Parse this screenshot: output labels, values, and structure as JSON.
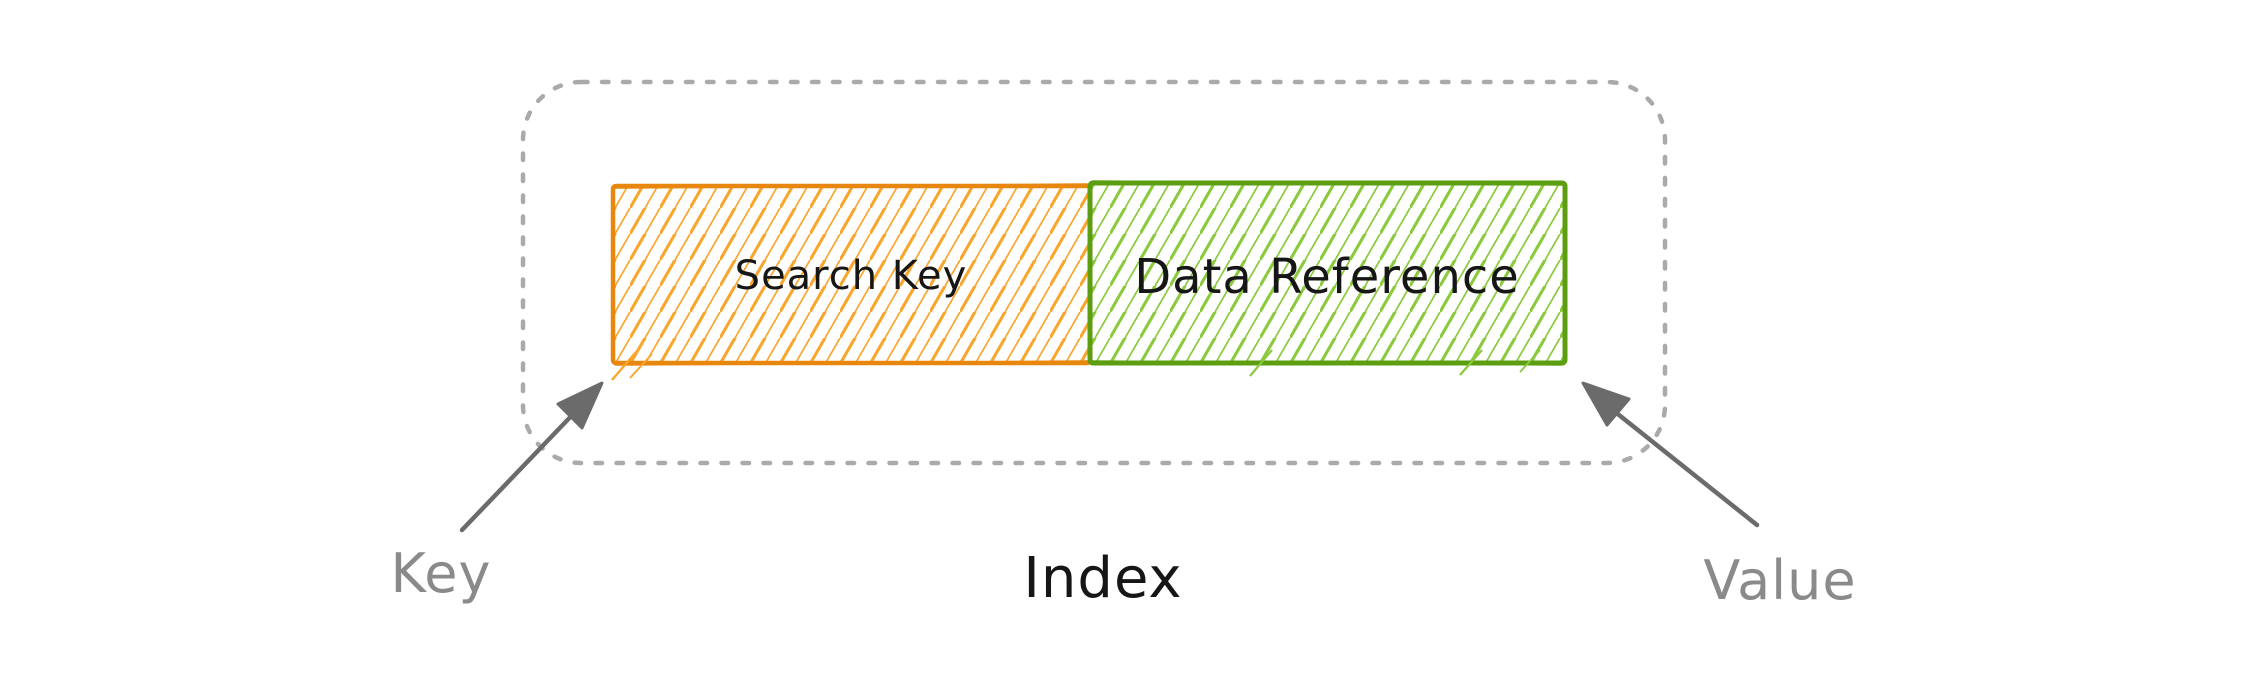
{
  "labels": {
    "search_key": "Search Key",
    "data_reference": "Data Reference",
    "key": "Key",
    "index": "Index",
    "value": "Value"
  },
  "colors": {
    "orange_border": "#e8870e",
    "orange_hatch": "#f9a62f",
    "green_border": "#5c9e11",
    "green_hatch": "#8bc93d",
    "outline_gray": "#aaaaaa",
    "label_gray": "#8a8a8a",
    "arrow_gray": "#6b6b6b",
    "text_black": "#161616",
    "background": "#ffffff"
  }
}
